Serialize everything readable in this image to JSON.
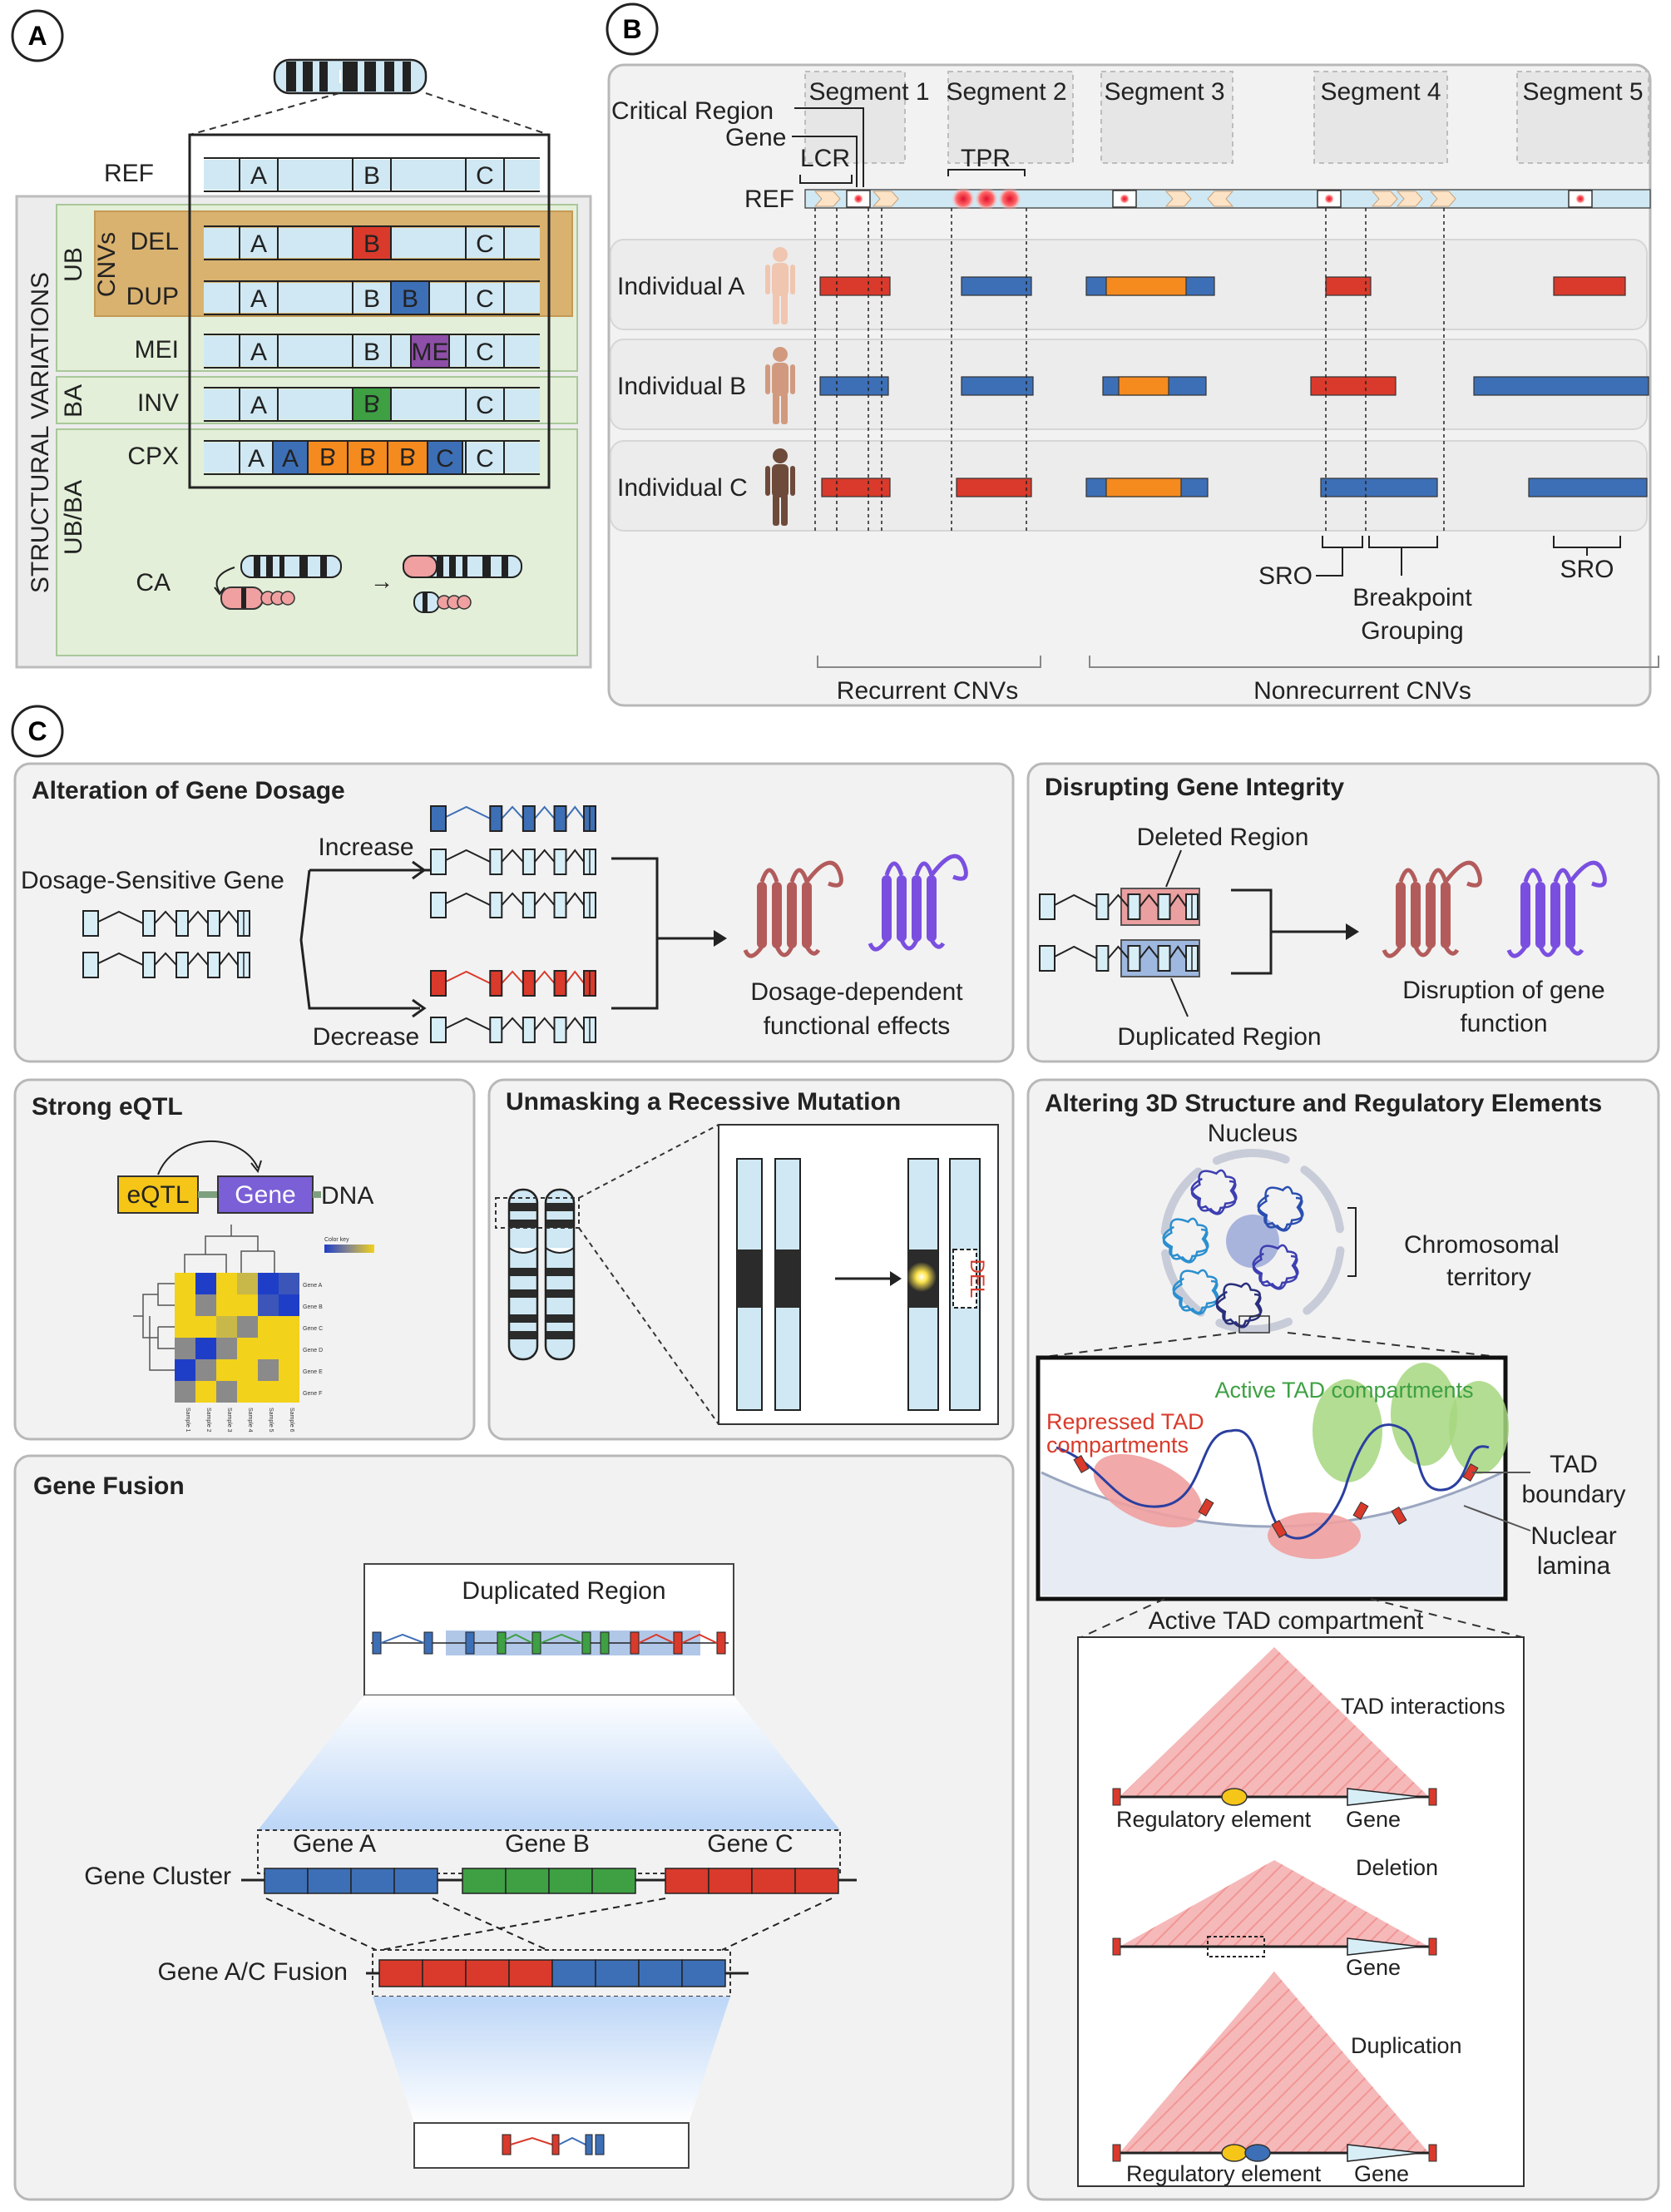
{
  "panel_letters": {
    "a": "A",
    "b": "B",
    "c": "C"
  },
  "panel_a": {
    "outer_label": "STRUCTURAL VARIATIONS",
    "ub": "UB",
    "cnvs": "CNVs",
    "ba": "BA",
    "ubba": "UB/BA",
    "rows": {
      "ref": "REF",
      "del": "DEL",
      "dup": "DUP",
      "mei": "MEI",
      "inv": "INV",
      "cpx": "CPX",
      "ca": "CA"
    },
    "blocks": {
      "a": "A",
      "b": "B",
      "c": "C",
      "me": "ME",
      "b_flip": "B"
    }
  },
  "panel_b": {
    "segments": [
      "Segment 1",
      "Segment 2",
      "Segment 3",
      "Segment 4",
      "Segment 5"
    ],
    "critical_region": "Critical Region",
    "gene": "Gene",
    "lcr": "LCR",
    "tpr": "TPR",
    "ref": "REF",
    "individuals": [
      "Individual A",
      "Individual B",
      "Individual C"
    ],
    "sro": "SRO",
    "breakpoint": [
      "Breakpoint",
      "Grouping"
    ],
    "recurrent": "Recurrent CNVs",
    "nonrecurrent": "Nonrecurrent CNVs"
  },
  "dosage": {
    "title": "Alteration of Gene Dosage",
    "gene_label": "Dosage-Sensitive Gene",
    "increase": "Increase",
    "decrease": "Decrease",
    "effect": [
      "Dosage-dependent",
      "functional effects"
    ]
  },
  "integrity": {
    "title": "Disrupting Gene Integrity",
    "deleted": "Deleted Region",
    "duplicated": "Duplicated Region",
    "effect": [
      "Disruption of gene",
      "function"
    ]
  },
  "eqtl": {
    "title": "Strong eQTL",
    "eqtl_label": "eQTL",
    "gene_label": "Gene",
    "dna_label": "DNA",
    "color_key": "Color key",
    "genes": [
      "Gene A",
      "Gene B",
      "Gene C",
      "Gene D",
      "Gene E",
      "Gene F"
    ],
    "samples": [
      "Sample 1",
      "Sample 2",
      "Sample 3",
      "Sample 4",
      "Sample 5",
      "Sample 6"
    ]
  },
  "recessive": {
    "title": "Unmasking a Recessive Mutation",
    "del": "DEL"
  },
  "tad": {
    "title": "Altering 3D Structure and Regulatory Elements",
    "nucleus": "Nucleus",
    "territory": [
      "Chromosomal",
      "territory"
    ],
    "active_compartments": "Active TAD compartments",
    "repressed": [
      "Repressed TAD",
      "compartments"
    ],
    "boundary": [
      "TAD",
      "boundary"
    ],
    "lamina": [
      "Nuclear",
      "lamina"
    ],
    "active_single": "Active TAD compartment",
    "interactions": "TAD interactions",
    "regulatory": "Regulatory element",
    "gene": "Gene",
    "deletion": "Deletion",
    "duplication": "Duplication"
  },
  "fusion": {
    "title": "Gene Fusion",
    "duplicated": "Duplicated Region",
    "gene_a": "Gene A",
    "gene_b": "Gene B",
    "gene_c": "Gene C",
    "cluster": "Gene Cluster",
    "fusion_label": "Gene A/C Fusion"
  },
  "colors": {
    "ref_bar": "#cfe8f3",
    "deletion": "#d93a2b",
    "duplication": "#3d6fb6",
    "inversion": "#3ea043",
    "mei": "#8e4fa8",
    "complex": "#f58a1f",
    "cnv_band": "#d9b26f",
    "variation_bg": "#e3efd8",
    "protein_red": "#b35b5b",
    "protein_purple": "#7a4fe0",
    "tad_green": "#a6d77f",
    "tad_red": "#f0a0a0"
  }
}
